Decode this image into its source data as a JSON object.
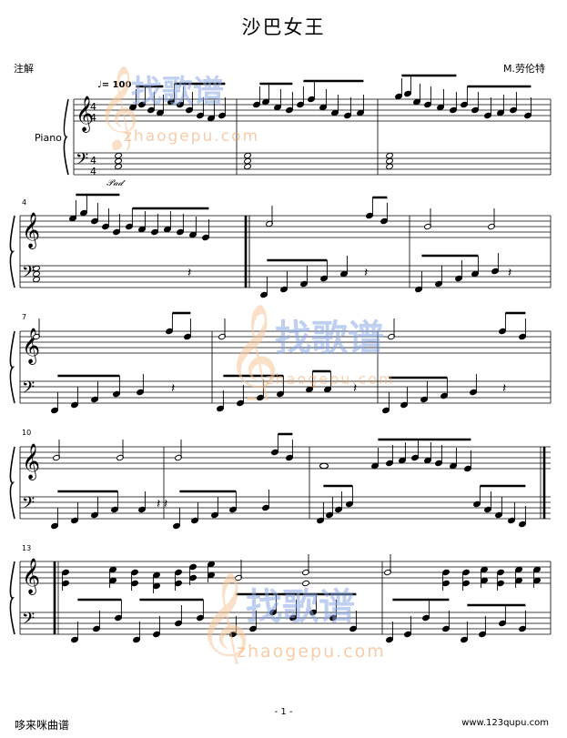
{
  "title": "沙巴女王",
  "annotator_label": "注解",
  "composer": "M.劳伦特",
  "instrument": "Piano",
  "tempo": "♩= 100",
  "time_signature": {
    "top": "4",
    "bottom": "4"
  },
  "pedal_mark": "𝒫𝒶𝒹",
  "measure_numbers": [
    "4",
    "7",
    "10",
    "13"
  ],
  "page_number": "- 1 -",
  "footer_left": "哆来咪曲谱",
  "footer_right": "www.123qupu.com",
  "watermark": {
    "brand": "找歌谱",
    "domain": "zhaogepu.com",
    "color": "#f2a463",
    "blue": "#6a8fd8"
  }
}
